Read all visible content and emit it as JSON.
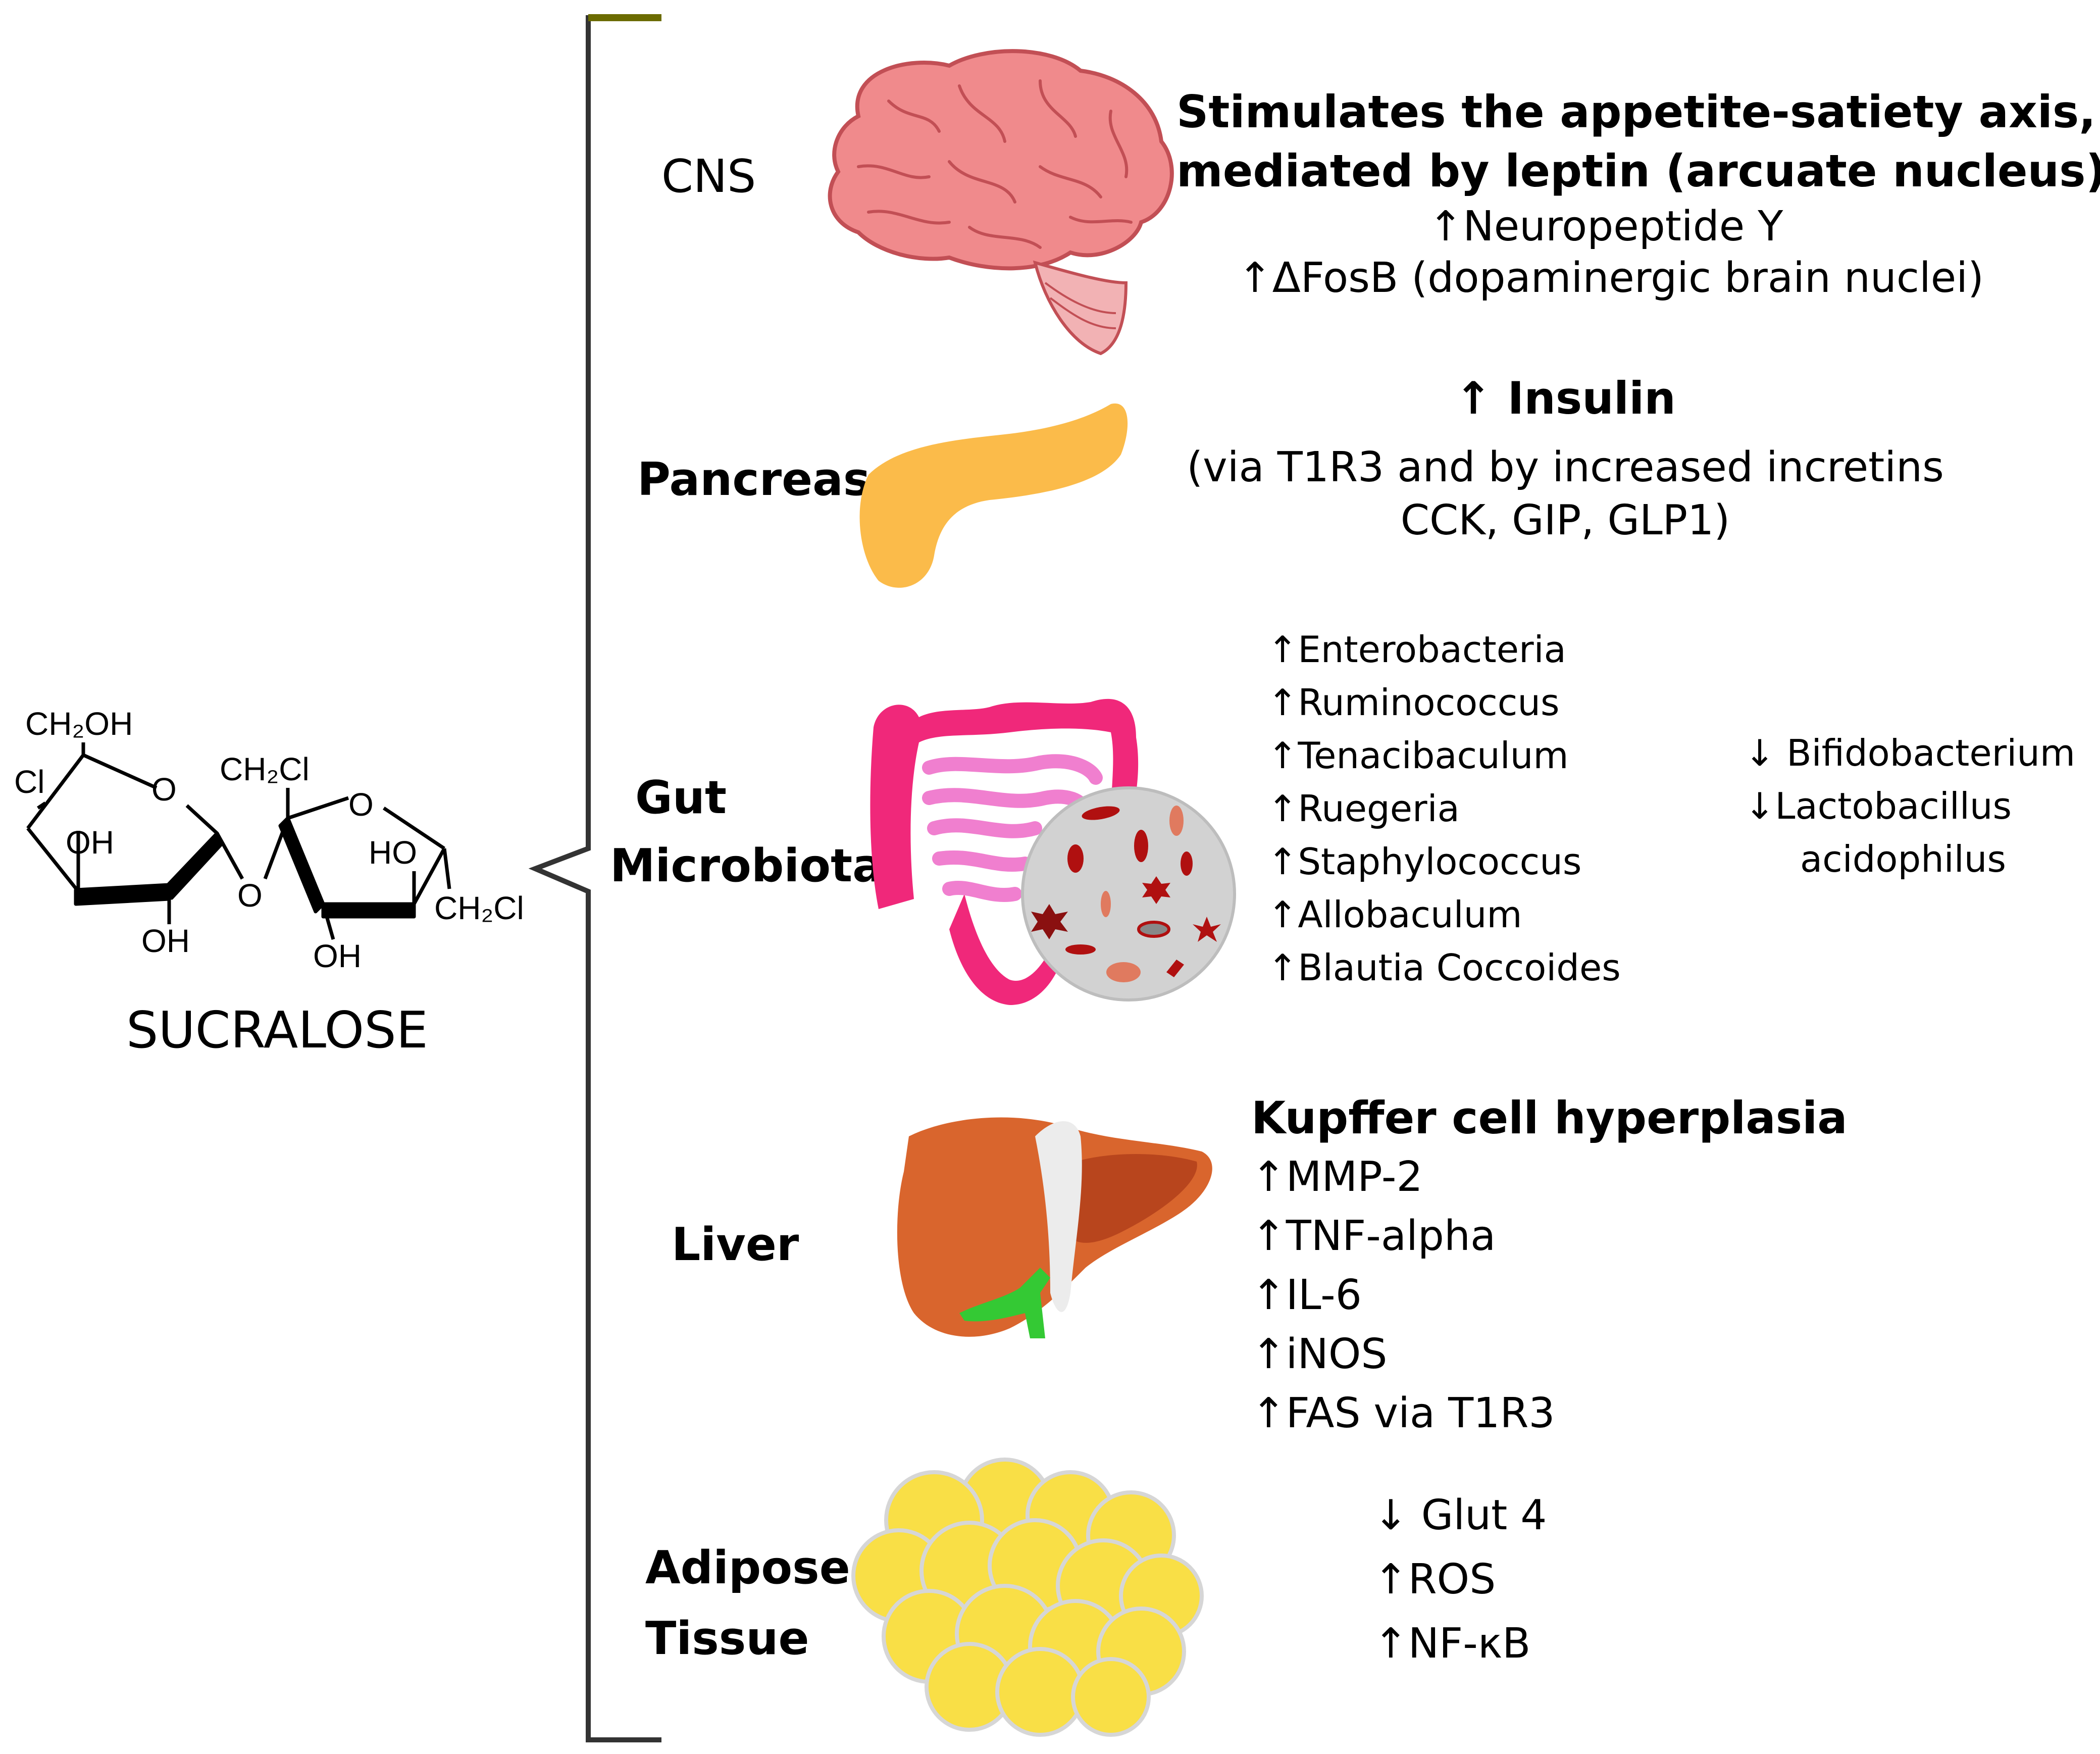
{
  "molecule": {
    "name": "SUCRALOSE",
    "groups": {
      "ch2oh": "CH₂OH",
      "ch2cl_top": "CH₂Cl",
      "ch2cl_right": "CH₂Cl",
      "cl": "Cl",
      "oh_ring": "OH",
      "ho_ring": "HO",
      "oh_bottom_left": "OH",
      "oh_bottom_right": "OH",
      "o_ring1": "O",
      "o_ring2": "O",
      "o_bridge": "O"
    }
  },
  "organs": {
    "cns": "CNS",
    "pancreas": "Pancreas",
    "gut_line1": "Gut",
    "gut_line2": "Microbiota",
    "liver": "Liver",
    "adipose_line1": "Adipose",
    "adipose_line2": "Tissue"
  },
  "effects": {
    "cns": {
      "line1": "Stimulates the appetite-satiety axis,",
      "line2": "mediated by leptin (arcuate nucleus)",
      "line3": "↑Neuropeptide Y",
      "line4": "↑ΔFosB (dopaminergic brain nuclei)"
    },
    "pancreas": {
      "title": "↑ Insulin",
      "line1": "(via T1R3 and by increased incretins",
      "line2": "CCK, GIP, GLP1)"
    },
    "gut": {
      "increased": [
        "↑Enterobacteria",
        "↑Ruminococcus",
        "↑Tenacibaculum",
        "↑Ruegeria",
        "↑Staphylococcus",
        "↑Allobaculum",
        "↑Blautia Coccoides"
      ],
      "decreased_1": "↓ Bifidobacterium",
      "decreased_2": "↓Lactobacillus",
      "decreased_3": "acidophilus"
    },
    "liver": {
      "title": "Kupffer cell hyperplasia",
      "items": [
        "↑MMP-2",
        "↑TNF-alpha",
        "↑IL-6",
        "↑iNOS",
        "↑FAS via T1R3"
      ]
    },
    "adipose": {
      "items": [
        "↓ Glut 4",
        "↑ROS",
        "↑NF-κB"
      ]
    }
  },
  "colors": {
    "brain": "#f08a8c",
    "pancreas": "#fbbb4a",
    "intestine": "#f0287a",
    "small_intestine": "#f07fcf",
    "microbe_circle": "#d2d2d2",
    "liver": "#d9652d",
    "gallbladder": "#34c934",
    "fat_cell": "#f9df46",
    "bracket_tip": "#6b6b00"
  }
}
